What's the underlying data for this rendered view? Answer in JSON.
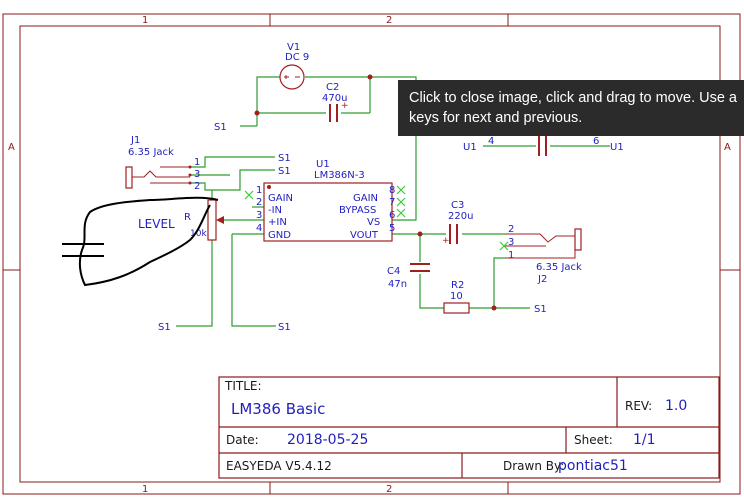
{
  "frame": {
    "col_labels": [
      "1",
      "2"
    ],
    "row_labels": [
      "A",
      "A"
    ]
  },
  "components": {
    "v1": {
      "ref": "V1",
      "value": "DC 9"
    },
    "c2": {
      "ref": "C2",
      "value": "470u"
    },
    "j1": {
      "ref": "J1",
      "value": "6.35 Jack",
      "pins": [
        "1",
        "3",
        "2"
      ]
    },
    "u1": {
      "ref": "U1",
      "value": "LM386N-3",
      "left_pin_numbers": [
        "1",
        "2",
        "3",
        "4"
      ],
      "left_pin_labels": [
        "GAIN",
        "-IN",
        "+IN",
        "GND"
      ],
      "right_pin_numbers": [
        "8",
        "7",
        "6",
        "5"
      ],
      "right_pin_labels": [
        "GAIN",
        "BYPASS",
        "VS",
        "VOUT"
      ]
    },
    "level": {
      "ref": "LEVEL",
      "letter": "R",
      "value": "10k"
    },
    "c3": {
      "ref": "C3",
      "value": "220u",
      "plus": "+"
    },
    "c4": {
      "ref": "C4",
      "value": "47n"
    },
    "r2": {
      "ref": "R2",
      "value": "10"
    },
    "j2": {
      "ref": "J2",
      "value": "6.35 Jack",
      "pins": [
        "2",
        "3",
        "1"
      ]
    },
    "c_right": {
      "left_ref": "U1",
      "left_pin": "4",
      "right_pin": "6",
      "right_ref": "U1"
    }
  },
  "nets": {
    "s1": "S1",
    "plus": "+"
  },
  "title_block": {
    "title_label": "TITLE:",
    "title": "LM386 Basic",
    "rev_label": "REV:",
    "rev": "1.0",
    "date_label": "Date:",
    "date": "2018-05-25",
    "sheet_label": "Sheet:",
    "sheet": "1/1",
    "software": "EASYEDA V5.4.12",
    "drawn_label": "Drawn By:",
    "drawn_by": "pontiac51"
  },
  "tooltip": {
    "text": "Click to close image, click and drag to move. Use a\nkeys for next and previous."
  },
  "colors": {
    "frame": "#8b1a1a",
    "wire": "#2e9e2e",
    "component": "#a02020",
    "text_blue": "#1f1fbf",
    "tooltip_bg": "#2b2b2b"
  }
}
